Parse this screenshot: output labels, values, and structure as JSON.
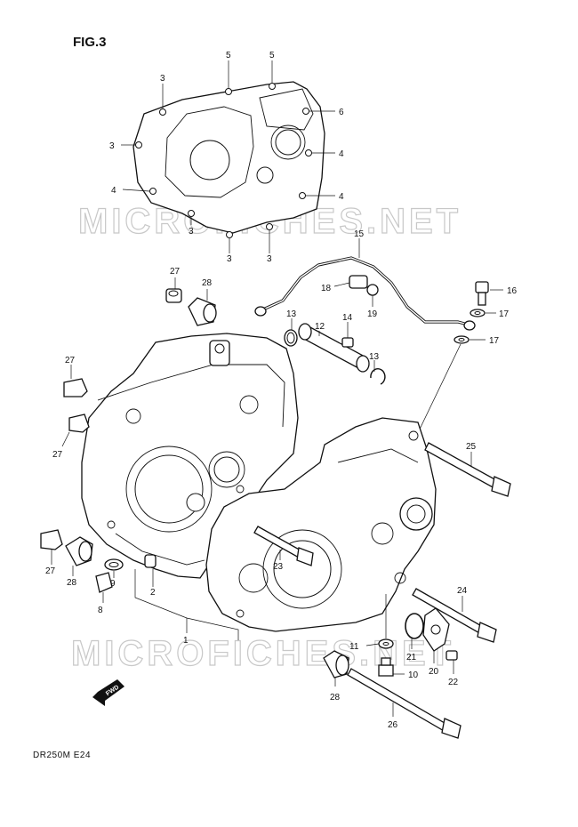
{
  "figure": {
    "title": "FIG.3",
    "model_code": "DR250M E24",
    "watermark_text": "MICROFICHES.NET",
    "direction_label": "FWD"
  },
  "callouts": [
    {
      "id": "c3a",
      "label": "3"
    },
    {
      "id": "c5a",
      "label": "5"
    },
    {
      "id": "c5b",
      "label": "5"
    },
    {
      "id": "c6",
      "label": "6"
    },
    {
      "id": "c3b",
      "label": "3"
    },
    {
      "id": "c4a",
      "label": "4"
    },
    {
      "id": "c4b",
      "label": "4"
    },
    {
      "id": "c4c",
      "label": "4"
    },
    {
      "id": "c3c",
      "label": "3"
    },
    {
      "id": "c3d",
      "label": "3"
    },
    {
      "id": "c3e",
      "label": "3"
    },
    {
      "id": "c15",
      "label": "15"
    },
    {
      "id": "c27a",
      "label": "27"
    },
    {
      "id": "c28a",
      "label": "28"
    },
    {
      "id": "c18",
      "label": "18"
    },
    {
      "id": "c19",
      "label": "19"
    },
    {
      "id": "c16",
      "label": "16"
    },
    {
      "id": "c17a",
      "label": "17"
    },
    {
      "id": "c17b",
      "label": "17"
    },
    {
      "id": "c13a",
      "label": "13"
    },
    {
      "id": "c12",
      "label": "12"
    },
    {
      "id": "c14",
      "label": "14"
    },
    {
      "id": "c13b",
      "label": "13"
    },
    {
      "id": "c27b",
      "label": "27"
    },
    {
      "id": "c27c",
      "label": "27"
    },
    {
      "id": "c25",
      "label": "25"
    },
    {
      "id": "c27d",
      "label": "27"
    },
    {
      "id": "c28b",
      "label": "28"
    },
    {
      "id": "c9",
      "label": "9"
    },
    {
      "id": "c8",
      "label": "8"
    },
    {
      "id": "c2",
      "label": "2"
    },
    {
      "id": "c23",
      "label": "23"
    },
    {
      "id": "c24",
      "label": "24"
    },
    {
      "id": "c1",
      "label": "1"
    },
    {
      "id": "c11",
      "label": "11"
    },
    {
      "id": "c21",
      "label": "21"
    },
    {
      "id": "c20",
      "label": "20"
    },
    {
      "id": "c22",
      "label": "22"
    },
    {
      "id": "c10",
      "label": "10"
    },
    {
      "id": "c28c",
      "label": "28"
    },
    {
      "id": "c26",
      "label": "26"
    }
  ]
}
